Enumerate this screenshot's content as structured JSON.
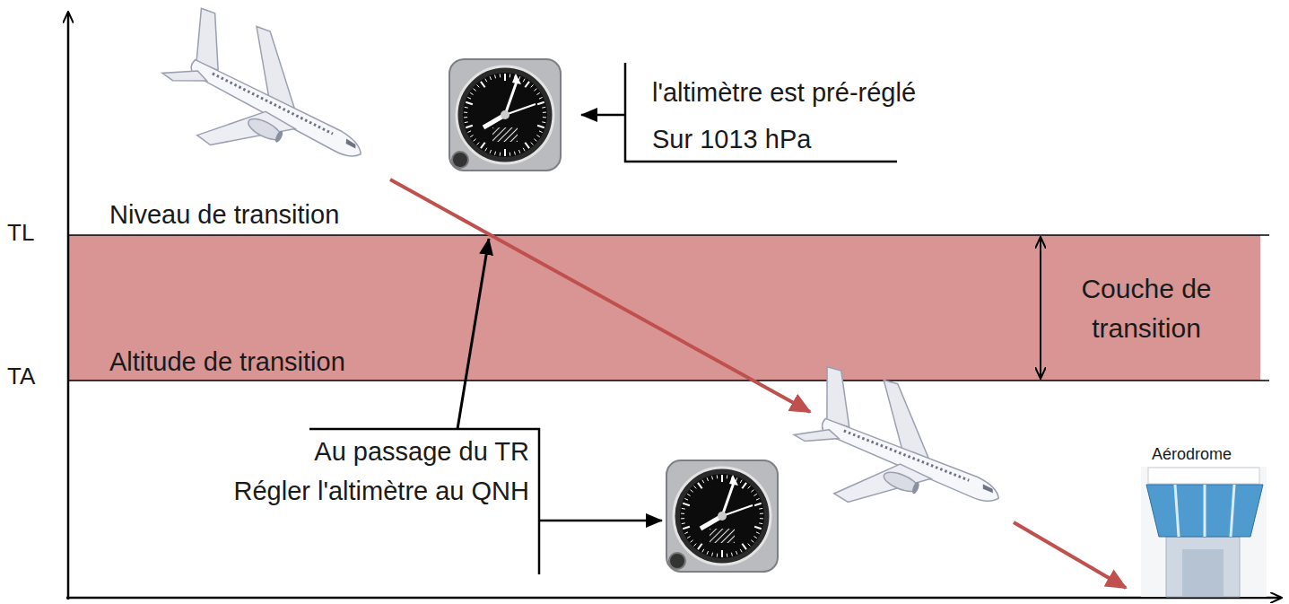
{
  "diagram": {
    "nodes": [
      {
        "text": [
          "Niveau de transition",
          "Altitude de transition",
          "Couche de transition"
        ]
      }
    ],
    "labels": [
      "TL",
      "TA",
      "l'altimètre est pré-réglé",
      "Sur 1013 hPa",
      "Au passage du TR",
      "Régler l'altimètre au QNH",
      "Aérodrome"
    ]
  }
}
